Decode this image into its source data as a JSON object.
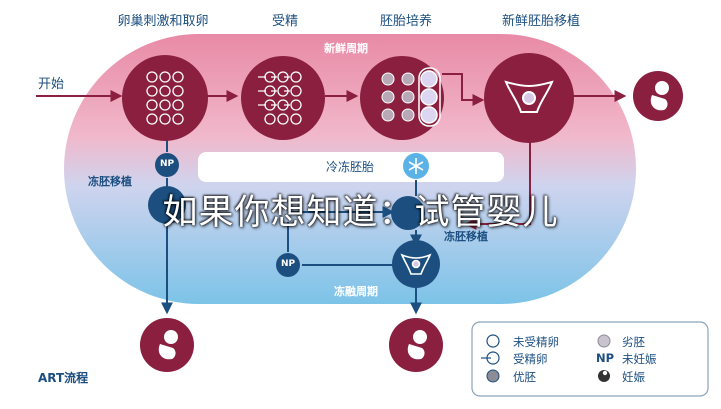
{
  "start_label": "开始",
  "steps": {
    "stimulation": "卵巢刺激和取卵",
    "fertilization": "受精",
    "culture": "胚胎培养",
    "fresh_transfer": "新鲜胚胎移植"
  },
  "cycles": {
    "fresh": "新鲜周期",
    "frozen_transfer_left": "冻胚移植",
    "frozen_transfer_right": "冻胚移植",
    "thaw": "冻融周期"
  },
  "freeze_label": "冷冻胚胎",
  "np_label": "NP",
  "art_label": "ART流程",
  "overlay_title": "如果你想知道：试管婴儿",
  "legend": {
    "unfertilized": "未受精卵",
    "poor_embryo": "劣胚",
    "fertilized": "受精卵",
    "np_mark": "NP",
    "not_pregnant": "未妊娠",
    "good_embryo": "优胚",
    "pregnant": "妊娠"
  },
  "colors": {
    "navy": "#1c4f80",
    "node": "#8a1f3f",
    "fresh_band": "#e58aa5",
    "thaw_band": "#7ec4e8",
    "np_circle": "#1c4f80"
  }
}
